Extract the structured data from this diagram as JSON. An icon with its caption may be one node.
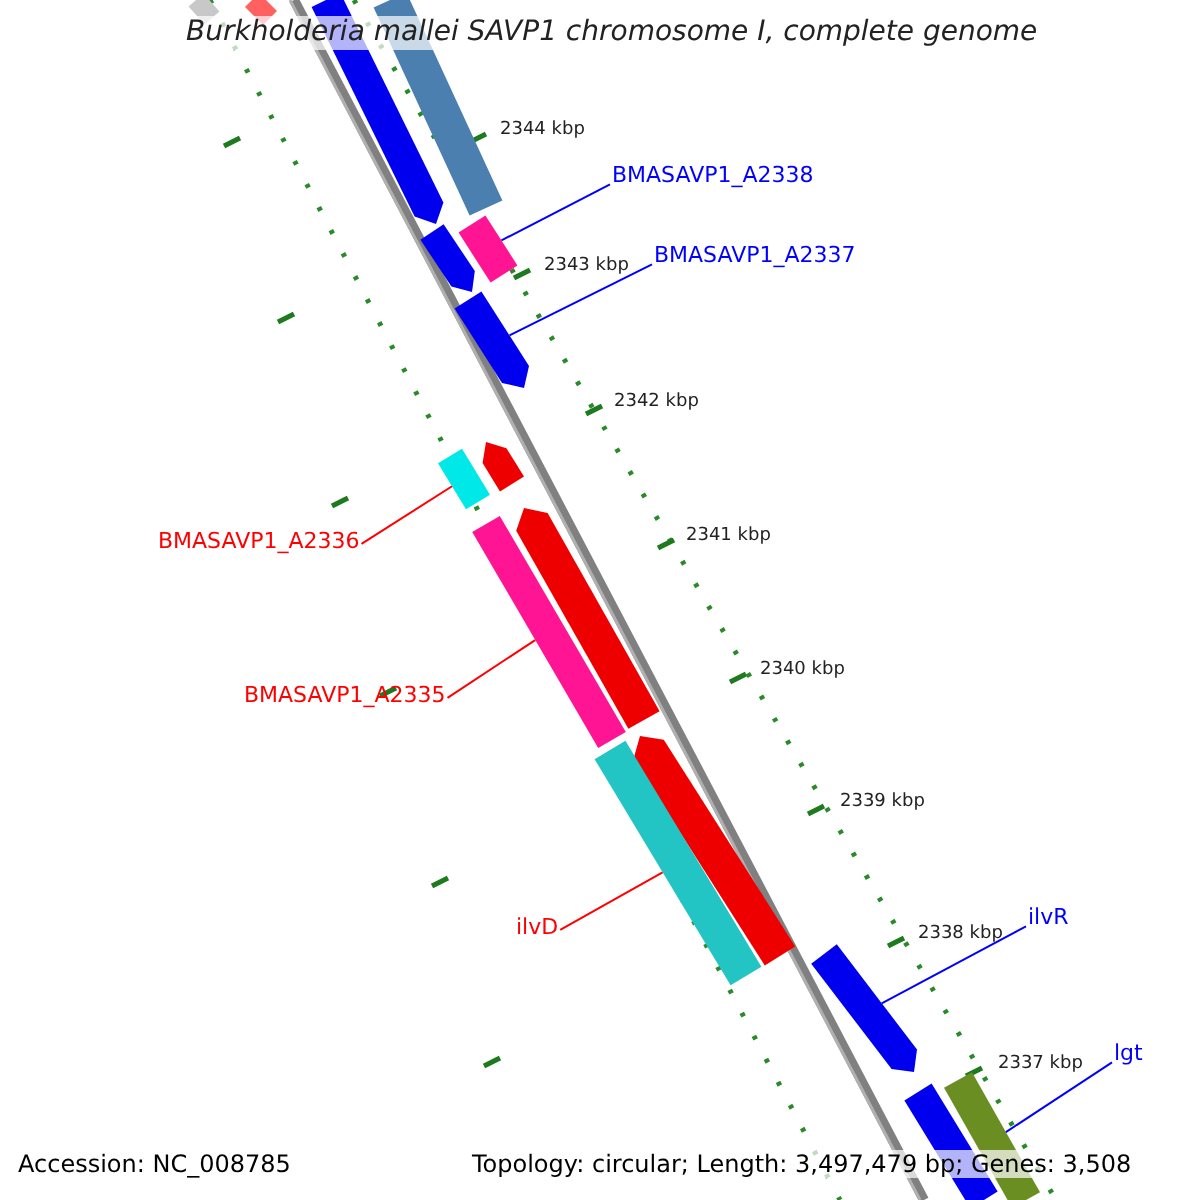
{
  "diagram": {
    "title": "Burkholderia mallei SAVP1 chromosome I, complete genome",
    "nodes": [
      {
        "text": [
          "BMASAVP1_A2338"
        ]
      },
      {
        "text": [
          "BMASAVP1_A2337"
        ]
      },
      {
        "text": [
          "BMASAVP1_A2336"
        ]
      },
      {
        "text": [
          "BMASAVP1_A2335"
        ]
      },
      {
        "text": [
          "ilvD"
        ]
      },
      {
        "text": [
          "ilvR"
        ]
      },
      {
        "text": [
          "lgt"
        ]
      },
      {
        "text": [],
        "shape": "bar"
      },
      {
        "text": [],
        "shape": "bar"
      },
      {
        "text": [],
        "shape": "bar"
      },
      {
        "text": [],
        "shape": "bar"
      },
      {
        "text": [],
        "shape": "bar"
      },
      {
        "text": [],
        "shape": "bar"
      },
      {
        "text": [],
        "shape": "bar"
      },
      {
        "text": [],
        "shape": "bar"
      },
      {
        "text": [],
        "shape": "bar"
      },
      {
        "text": [],
        "shape": "bar"
      },
      {
        "text": [],
        "shape": "bar"
      },
      {
        "text": [],
        "shape": "bar"
      },
      {
        "text": [],
        "shape": "bar"
      },
      {
        "text": [],
        "shape": "bar"
      },
      {
        "text": [],
        "shape": "bar"
      },
      {
        "text": [],
        "shape": "bar"
      }
    ],
    "edges": [
      {
        "from": 0,
        "to": 11,
        "arrow": "none",
        "color": "#0000ff"
      },
      {
        "from": 1,
        "to": 13,
        "arrow": "none",
        "color": "#0000ff"
      },
      {
        "from": 2,
        "to": 15,
        "arrow": "none",
        "color": "#ff0000"
      },
      {
        "from": 3,
        "to": 17,
        "arrow": "none",
        "color": "#ff0000"
      },
      {
        "from": 4,
        "to": 19,
        "arrow": "none",
        "color": "#ff0000"
      },
      {
        "from": 5,
        "to": 20,
        "arrow": "none",
        "color": "#0000ff"
      },
      {
        "from": 6,
        "to": 21,
        "arrow": "none",
        "color": "#0000ff"
      }
    ],
    "labels": [
      "2344 kbp",
      "2343 kbp",
      "2342 kbp",
      "2341 kbp",
      "2340 kbp",
      "2339 kbp",
      "2338 kbp",
      "2337 kbp",
      "Accession: NC_008785",
      "Topology: circular; Length: 3,497,479 bp; Genes: 3,508"
    ]
  }
}
